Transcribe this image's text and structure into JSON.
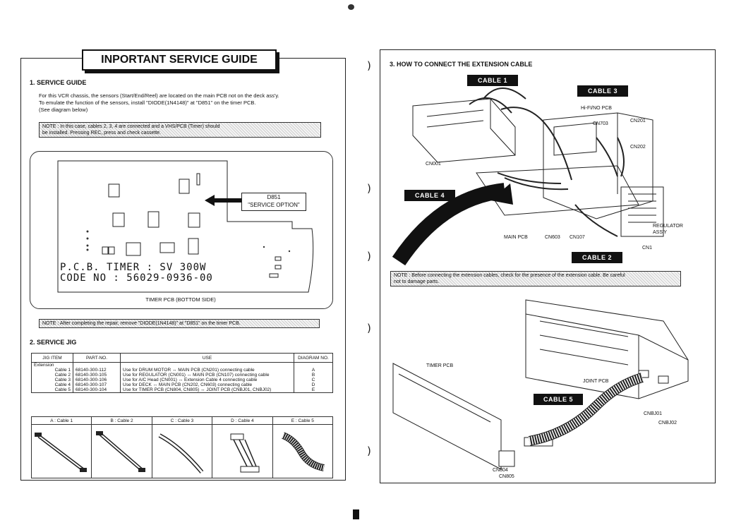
{
  "left": {
    "title": "INPORTANT SERVICE GUIDE",
    "service_guide": {
      "heading": "1. SERVICE GUIDE",
      "body_lines": [
        "For this VCR chassis, the sensors (Start/End/Reel) are located on the main PCB not on the deck ass'y.",
        "To emulate the function of the sensors, install \"DIODE(1N4148)\" at \"D851\" on the timer PCB.",
        "(See diagram below)"
      ],
      "note_lines": [
        "NOTE : In this case, cables 2, 3, 4 are connected and a VHS/PCB (Timer) should",
        "be installed. Pressing REC, press and check cassette."
      ],
      "callout_line1": "D851",
      "callout_line2": "\"SERVICE OPTION\"",
      "pcb_line1": "P.C.B. TIMER : SV 300W",
      "pcb_line2": "CODE NO : 56029-0936-00",
      "caption": "TIMER PCB (BOTTOM SIDE)",
      "note2": "NOTE : After completing the repair, remove \"DIODE(1N4148)\" at \"D851\" on the timer PCB."
    },
    "service_jig": {
      "heading": "2. SERVICE JIG",
      "columns": [
        "JIG ITEM",
        "PART-NO.",
        "USE",
        "DIAGRAM NO."
      ],
      "group_label": "Extension",
      "rows": [
        {
          "item": "Cable 1",
          "part": "68140-300-112",
          "use": "Use for DRUM MOTOR ↔ MAIN PCB (CN201) connecting cable",
          "diag": "A"
        },
        {
          "item": "Cable 2",
          "part": "68140-300-105",
          "use": "Use for REGULATOR (CN001) ↔ MAIN PCB (CN107) connecting cable",
          "diag": "B"
        },
        {
          "item": "Cable 3",
          "part": "68140-300-106",
          "use": "Use for A/C Head (CN001) ↔ Extension Cable 4 connecting cable",
          "diag": "C"
        },
        {
          "item": "Cable 4",
          "part": "68140-300-107",
          "use": "Use for DECK ↔ MAIN PCB (CN202, CN603) connecting cable",
          "diag": "D"
        },
        {
          "item": "Cable 5",
          "part": "68140-300-104",
          "use": "Use for TIMER PCB (CN804, CN805) ↔ JOINT PCB (CNBJ01, CNBJ02)",
          "diag": "E"
        }
      ],
      "diagram_captions": [
        "A : Cable 1",
        "B : Cable 2",
        "C : Cable 3",
        "D : Cable 4",
        "E : Cable 5"
      ]
    }
  },
  "right": {
    "heading": "3. HOW TO CONNECT THE EXTENSION CABLE",
    "tags": {
      "cable1": "CABLE 1",
      "cable2": "CABLE 2",
      "cable3": "CABLE 3",
      "cable4": "CABLE 4",
      "cable5": "CABLE 5"
    },
    "labels": {
      "hifi": "Hi-FI/NO PCB",
      "cn703": "CN703",
      "cn201": "CN201",
      "cn202": "CN202",
      "cn001": "CN001",
      "regulator1": "REGULATOR",
      "regulator2": "ASS'Y",
      "cn1": "CN1",
      "mainpcb": "MAIN PCB",
      "cn603": "CN603",
      "cn107": "CN107",
      "timerpcb": "TIMER PCB",
      "jointpcb": "JOINT PCB",
      "cnbj01": "CNBJ01",
      "cnbj02": "CNBJ02",
      "cn804": "CN804",
      "cn805": "CN805"
    },
    "note_lines": [
      "NOTE : Before connecting the extension cables, check for the presence of the extension cable. Be careful",
      "not to damage parts."
    ]
  }
}
